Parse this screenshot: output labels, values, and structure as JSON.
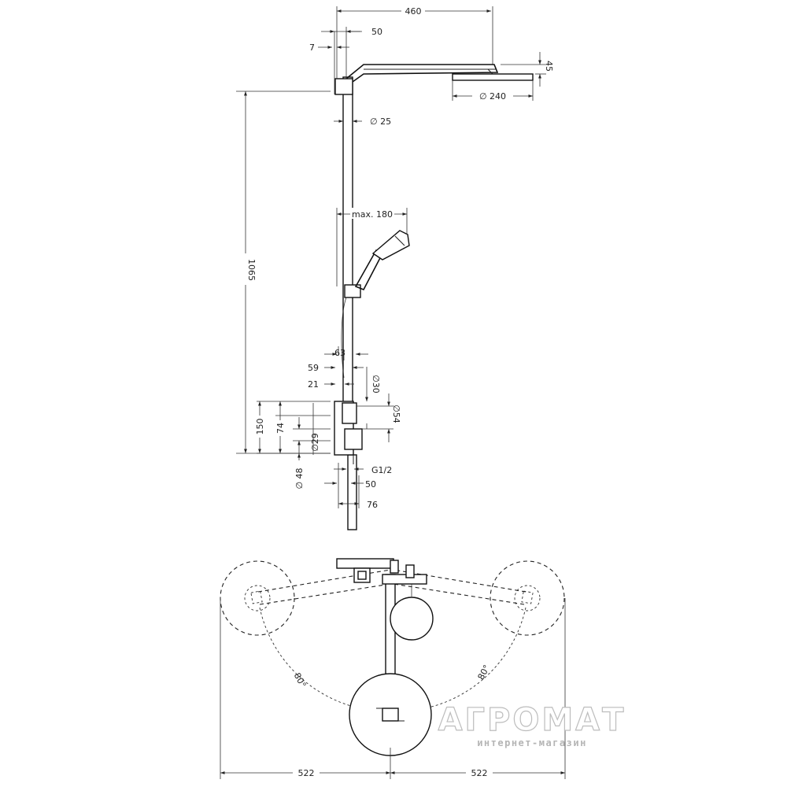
{
  "dimensions": {
    "arm_length": "460",
    "wall_offset_50": "50",
    "wall_gap_7": "7",
    "head_height": "45",
    "head_diameter": "∅ 240",
    "rail_diameter": "∅ 25",
    "handshower_reach": "max. 180",
    "total_height": "1065",
    "mixer_depth_63": "63",
    "mixer_depth_59": "59",
    "mixer_depth_21": "21",
    "diameter_30": "∅30",
    "diameter_54": "∅54",
    "height_150": "150",
    "height_74": "74",
    "diameter_29": "∅29",
    "diameter_48": "∅ 48",
    "connection_thread": "G1/2",
    "bottom_50": "50",
    "bottom_76": "76",
    "swivel_angle_left": "80°",
    "swivel_angle_right": "80°",
    "span_left": "522",
    "span_right": "522"
  },
  "watermark": {
    "brand": "АГРОМАТ",
    "tagline": "интернет-магазин"
  }
}
